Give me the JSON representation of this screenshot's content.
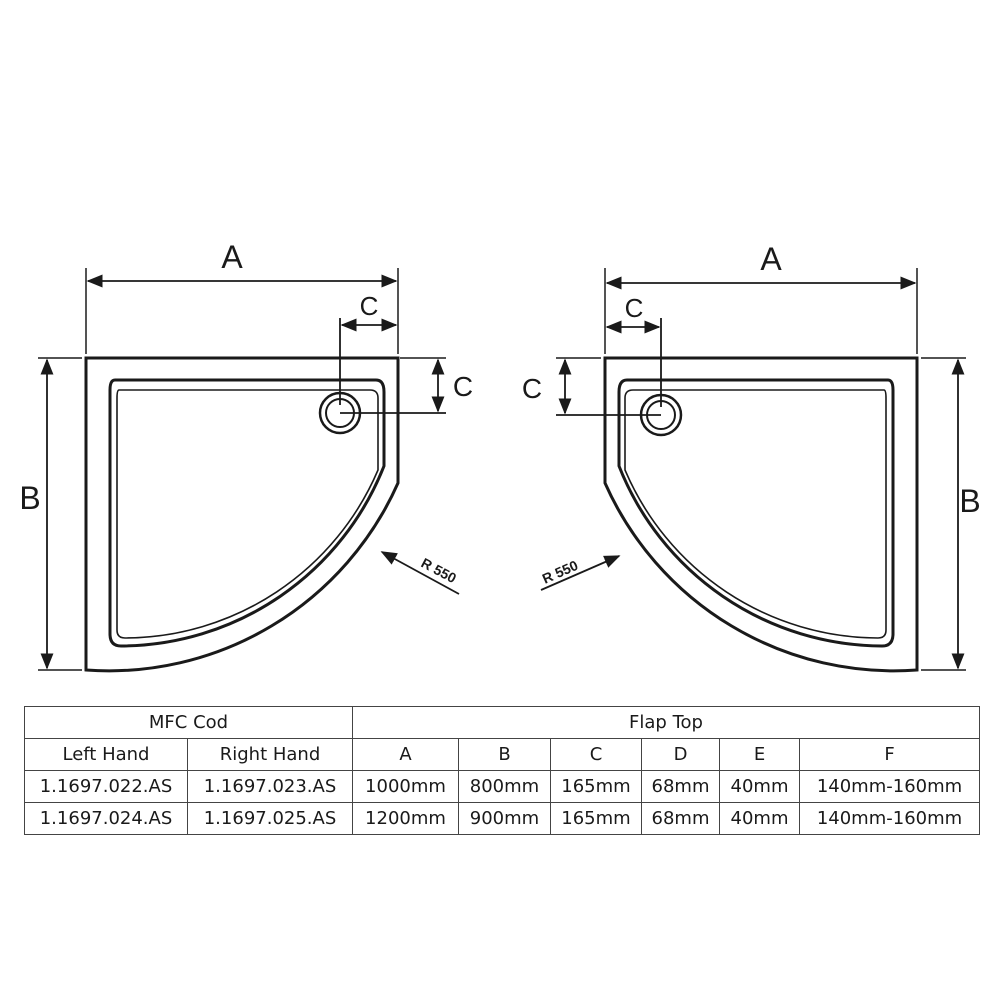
{
  "diagram": {
    "left": {
      "label_a": "A",
      "label_b": "B",
      "label_c_top": "C",
      "label_c_side": "C",
      "radius_label": "R 550"
    },
    "right": {
      "label_a": "A",
      "label_b": "B",
      "label_c_top": "C",
      "label_c_side": "C",
      "radius_label": "R 550"
    }
  },
  "table": {
    "group_headers": {
      "mfc": "MFC Cod",
      "flap": "Flap Top"
    },
    "columns": [
      "Left Hand",
      "Right Hand",
      "A",
      "B",
      "C",
      "D",
      "E",
      "F"
    ],
    "rows": [
      [
        "1.1697.022.AS",
        "1.1697.023.AS",
        "1000mm",
        "800mm",
        "165mm",
        "68mm",
        "40mm",
        "140mm-160mm"
      ],
      [
        "1.1697.024.AS",
        "1.1697.025.AS",
        "1200mm",
        "900mm",
        "165mm",
        "68mm",
        "40mm",
        "140mm-160mm"
      ]
    ]
  }
}
